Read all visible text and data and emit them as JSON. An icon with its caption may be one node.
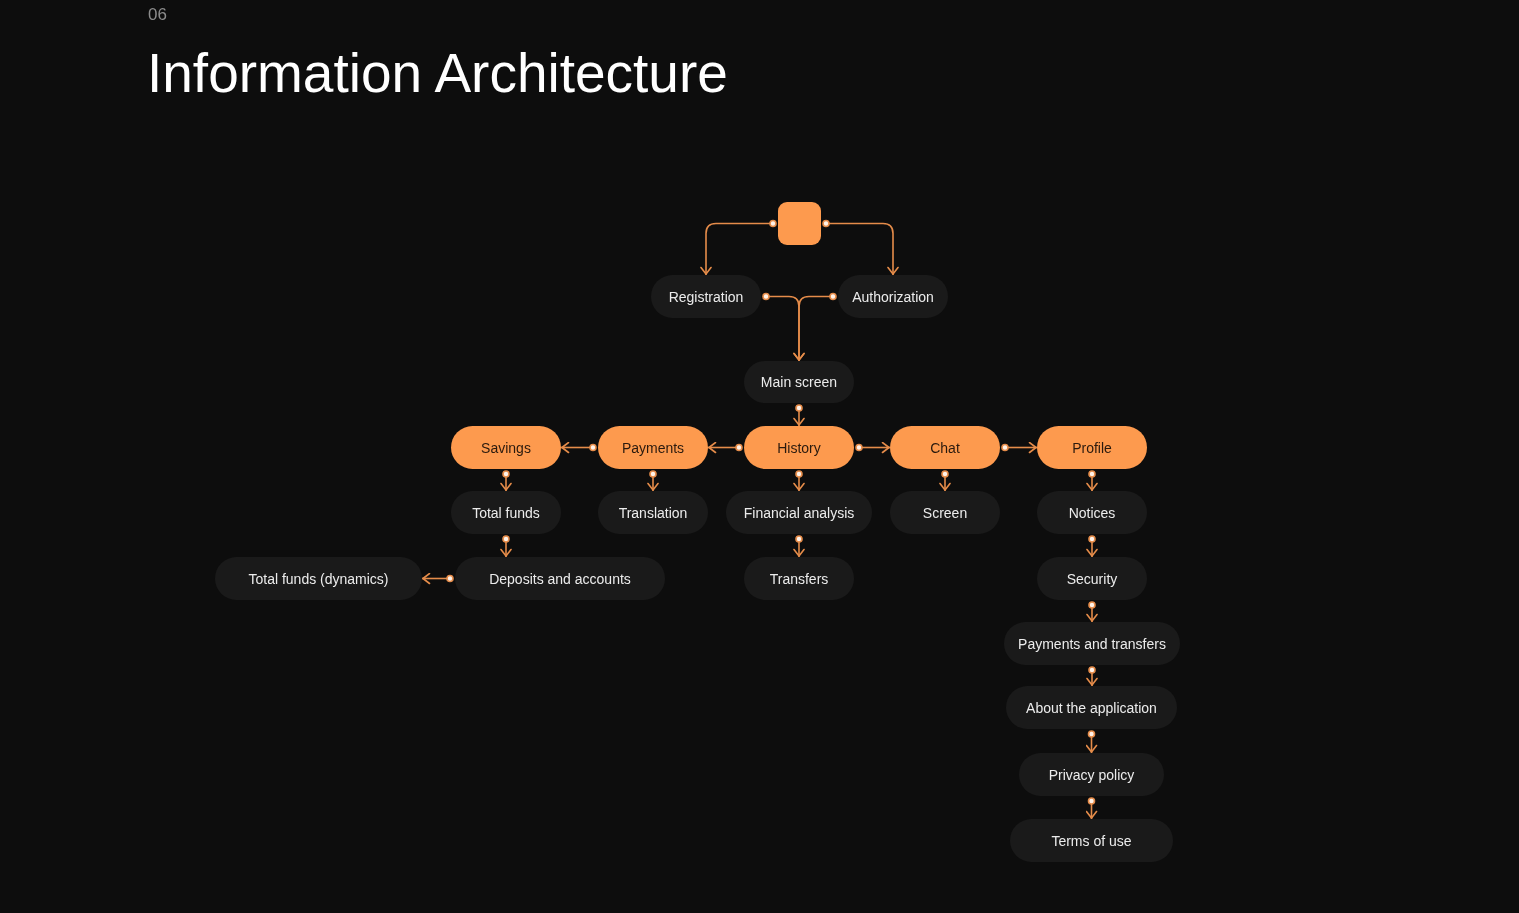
{
  "diagram": {
    "title": "Information Architecture",
    "nodes": [
      {
        "text": [],
        "shape": "box"
      },
      {
        "text": [
          "Registration"
        ]
      },
      {
        "text": [
          "Authorization"
        ]
      },
      {
        "text": [
          "Main screen"
        ]
      },
      {
        "text": [
          "Savings"
        ]
      },
      {
        "text": [
          "Payments"
        ]
      },
      {
        "text": [
          "History"
        ]
      },
      {
        "text": [
          "Chat"
        ]
      },
      {
        "text": [
          "Profile"
        ]
      },
      {
        "text": [
          "Total funds"
        ]
      },
      {
        "text": [
          "Translation"
        ]
      },
      {
        "text": [
          "Financial analysis"
        ]
      },
      {
        "text": [
          "Screen"
        ]
      },
      {
        "text": [
          "Notices"
        ]
      },
      {
        "text": [
          "Total funds (dynamics)"
        ]
      },
      {
        "text": [
          "Deposits and accounts"
        ]
      },
      {
        "text": [
          "Transfers"
        ]
      },
      {
        "text": [
          "Security"
        ]
      },
      {
        "text": [
          "Payments and transfers"
        ]
      },
      {
        "text": [
          "About the application"
        ]
      },
      {
        "text": [
          "Privacy policy"
        ]
      },
      {
        "text": [
          "Terms of use"
        ]
      }
    ],
    "edges": [
      {
        "from": 0,
        "to": 1,
        "arrow": "to"
      },
      {
        "from": 0,
        "to": 2,
        "arrow": "to"
      },
      {
        "from": 1,
        "to": 3,
        "arrow": "to"
      },
      {
        "from": 2,
        "to": 3,
        "arrow": "to"
      },
      {
        "from": 3,
        "to": 6,
        "arrow": "to"
      },
      {
        "from": 6,
        "to": 5,
        "arrow": "to"
      },
      {
        "from": 5,
        "to": 4,
        "arrow": "to"
      },
      {
        "from": 6,
        "to": 7,
        "arrow": "to"
      },
      {
        "from": 7,
        "to": 8,
        "arrow": "to"
      },
      {
        "from": 4,
        "to": 9,
        "arrow": "to"
      },
      {
        "from": 5,
        "to": 10,
        "arrow": "to"
      },
      {
        "from": 6,
        "to": 11,
        "arrow": "to"
      },
      {
        "from": 7,
        "to": 12,
        "arrow": "to"
      },
      {
        "from": 8,
        "to": 13,
        "arrow": "to"
      },
      {
        "from": 9,
        "to": 15,
        "arrow": "to"
      },
      {
        "from": 15,
        "to": 14,
        "arrow": "to"
      },
      {
        "from": 11,
        "to": 16,
        "arrow": "to"
      },
      {
        "from": 13,
        "to": 17,
        "arrow": "to"
      },
      {
        "from": 17,
        "to": 18,
        "arrow": "to"
      },
      {
        "from": 18,
        "to": 19,
        "arrow": "to"
      },
      {
        "from": 19,
        "to": 20,
        "arrow": "to"
      },
      {
        "from": 20,
        "to": 21,
        "arrow": "to"
      }
    ],
    "labels": [
      "06"
    ]
  }
}
